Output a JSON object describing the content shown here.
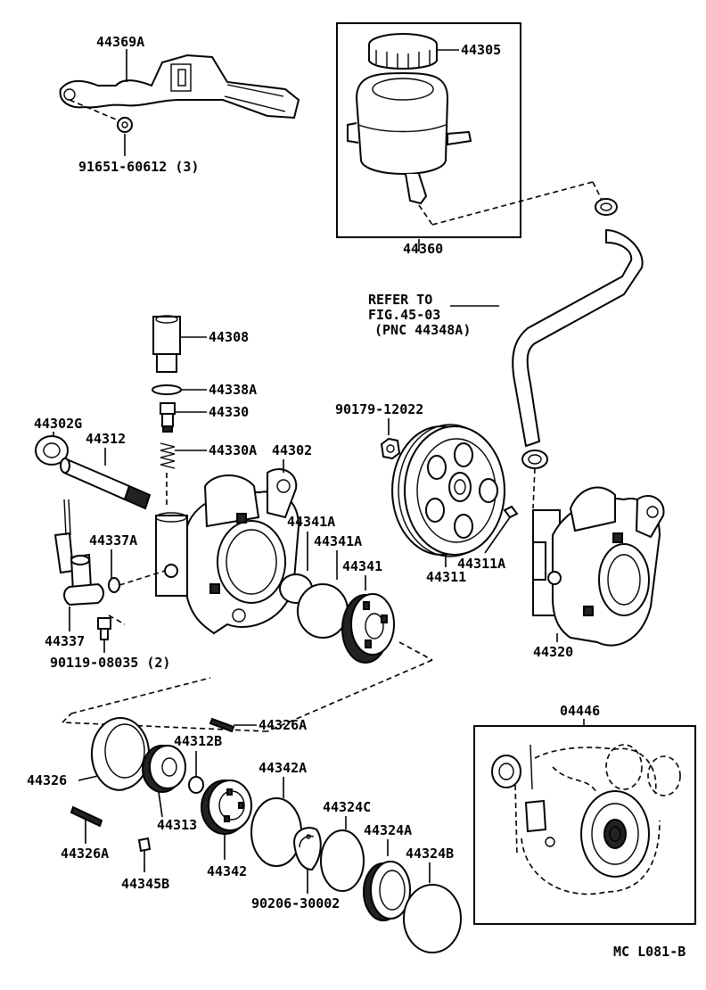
{
  "diagram": {
    "labels": {
      "p44369A": "44369A",
      "p91651": "91651-60612 (3)",
      "p44305": "44305",
      "p44360": "44360",
      "refer1": "REFER TO",
      "refer2": "FIG.45-03",
      "refer3": "(PNC 44348A)",
      "p44308": "44308",
      "p44338A": "44338A",
      "p44330": "44330",
      "p44330A": "44330A",
      "p44302G": "44302G",
      "p44312": "44312",
      "p44302": "44302",
      "p90179": "90179-12022",
      "p44341A_1": "44341A",
      "p44341A_2": "44341A",
      "p44341": "44341",
      "p44337A": "44337A",
      "p44337": "44337",
      "p90119": "90119-08035 (2)",
      "p44311": "44311",
      "p44311A": "44311A",
      "p44320": "44320",
      "p04446": "04446",
      "p44326A_1": "44326A",
      "p44326": "44326",
      "p44312B": "44312B",
      "p44313": "44313",
      "p44342A": "44342A",
      "p44324C": "44324C",
      "p44324A": "44324A",
      "p44324B": "44324B",
      "p44326A_2": "44326A",
      "p44342": "44342",
      "p44345B": "44345B",
      "p90206": "90206-30002",
      "code": "MC L081-B"
    }
  }
}
